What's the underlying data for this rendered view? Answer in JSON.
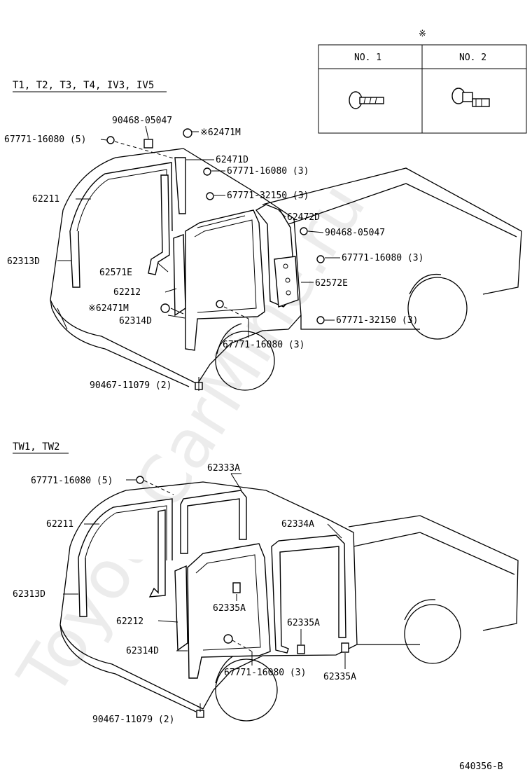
{
  "legend": {
    "symbol": "※",
    "col1": "NO. 1",
    "col2": "NO. 2"
  },
  "top": {
    "section_label": "T1, T2, T3, T4, IV3, IV5",
    "labels": {
      "a": "90468-05047",
      "b": "※62471M",
      "c": "67771-16080 (5)",
      "d": "62471D",
      "e": "67771-16080 (3)",
      "f": "62211",
      "g": "67771-32150 (3)",
      "h": "62472D",
      "i": "90468-05047",
      "j": "62313D",
      "k": "67771-16080 (3)",
      "l": "62571E",
      "m": "62572E",
      "n": "62212",
      "o": "※62471M",
      "p": "62314D",
      "q": "67771-32150 (3)",
      "r": "67771-16080 (3)",
      "s": "90467-11079 (2)"
    }
  },
  "bottom": {
    "section_label": "TW1, TW2",
    "labels": {
      "a": "62333A",
      "b": "67771-16080 (5)",
      "c": "62334A",
      "d": "62211",
      "e": "62313D",
      "f": "62335A",
      "g": "62212",
      "h": "62335A",
      "i": "62314D",
      "j": "67771-16080 (3)",
      "k": "62335A",
      "l": "90467-11079 (2)"
    }
  },
  "watermark": "ToyotaCarMine.ru",
  "code": "640356-B"
}
